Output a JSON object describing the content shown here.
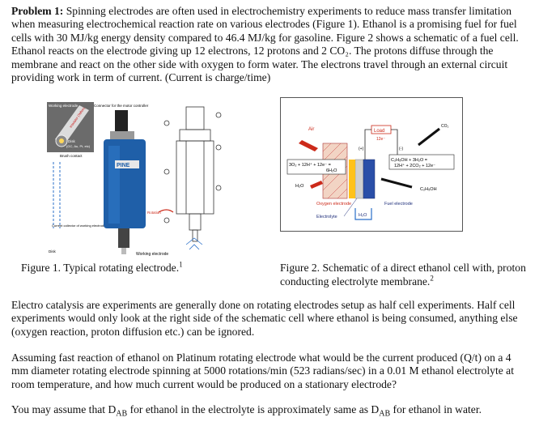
{
  "problem": {
    "heading": "Problem 1:",
    "p1_text": " Spinning electrodes are often used in electrochemistry experiments to reduce mass transfer limitation when measuring electrochemical reaction rate on various electrodes (Figure 1). Ethanol is a promising fuel for fuel cells with 30 MJ/kg energy density compared to 46.4 MJ/kg for gasoline. Figure 2 shows a schematic of a fuel cell. Ethanol reacts on the electrode giving up 12 electrons, 12 protons and 2 CO₂. The protons diffuse through the membrane and react on the other side with oxygen to form water. The electrons travel through an external circuit providing work in term of current. (Current is charge/time)",
    "p2_text": "Electro catalysis are experiments are generally done on rotating electrodes setup as half cell experiments. Half cell experiments would only look at the right side of the schematic cell where ethanol is being consumed, anything else (oxygen reaction, proton diffusion etc.) can be ignored.",
    "p3_text": "Assuming fast reaction of ethanol on Platinum rotating electrode what would be the current produced (Q/t) on a 4 mm diameter rotating electrode spinning at 5000 rotations/min (523 radians/sec) in a 0.01 M ethanol electrolyte at room temperature, and how much current would be produced on a stationary electrode?",
    "p4_pre": "You may assume that D",
    "p4_sub1": "AB",
    "p4_mid": " for ethanol in the electrolyte is approximately same as D",
    "p4_sub2": "AB",
    "p4_post": " for ethanol in water."
  },
  "figure1": {
    "caption": "Figure 1. Typical rotating electrode.",
    "caption_sup": "1",
    "labels": {
      "working_electrode": "Working electrode",
      "connector": "Connector for the motor controller",
      "disk": "Disk",
      "disk_materials": "(GC, Au, Pt, etc)",
      "brush_contact": "Brush contact",
      "current_collector": "Current collector of working electrode",
      "disk_bottom": "Disk",
      "rotation": "Rotation",
      "working_electrode_bottom": "Working electrode",
      "brand": "PINE",
      "insulator": "Insulator (Teflon)"
    }
  },
  "figure2": {
    "caption": "Figure 2. Schematic of a direct ethanol cell with, proton conducting electrolyte membrane.",
    "caption_sup": "2",
    "labels": {
      "air": "Air",
      "load": "Load",
      "electrons": "12e⁻",
      "plus": "(+)",
      "minus": "(-)",
      "co2": "CO₂",
      "cathode_reaction_1": "3O₂ + 12H⁺ + 12e⁻ =",
      "cathode_reaction_2": "6H₂O",
      "anode_reaction_1": "C₂H₅OH + 3H₂O =",
      "anode_reaction_2": "12H⁺ + 2CO₂ + 12e⁻",
      "h2o_left": "H₂O",
      "ethanol": "C₂H₅OH",
      "oxygen_electrode": "Oxygen electrode",
      "fuel_electrode": "Fuel electrode",
      "electrolyte": "Electrolyte",
      "h2o_bottom": "H₂O"
    }
  },
  "colors": {
    "blue_body": "#1f5fa8",
    "red_arrow": "#cc2a1a",
    "navy_label": "#1e2e7a"
  }
}
